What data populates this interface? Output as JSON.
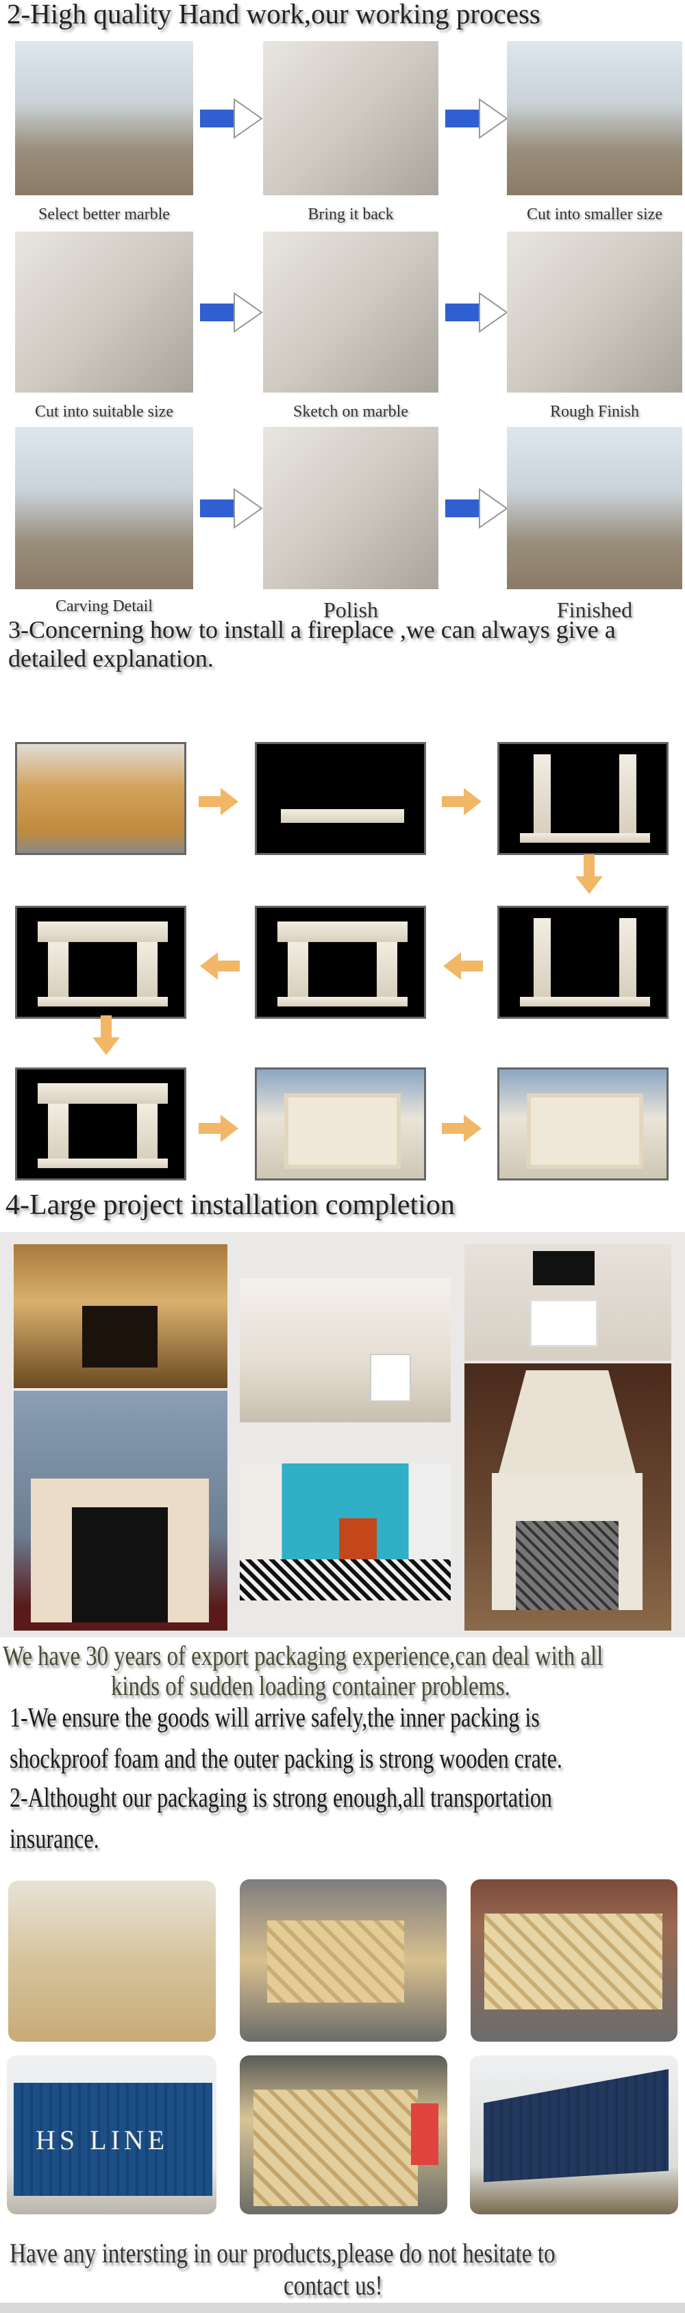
{
  "section2": {
    "title": "2-High quality  Hand work,our working process",
    "steps": [
      {
        "caption": "Select better marble"
      },
      {
        "caption": "Bring it back"
      },
      {
        "caption": "Cut into smaller size"
      },
      {
        "caption": "Cut into suitable size"
      },
      {
        "caption": "Sketch on marble"
      },
      {
        "caption": "Rough Finish"
      },
      {
        "caption": "Carving Detail"
      },
      {
        "caption": "Polish"
      },
      {
        "caption": "Finished"
      }
    ]
  },
  "section3": {
    "title_line1": "3-Concerning how to install a fireplace ,we can always give a",
    "title_line2": "detailed explanation."
  },
  "section4": {
    "title": "4-Large project installation completion"
  },
  "packaging": {
    "intro_line1": "We have 30 years of export packaging experience,can deal with all",
    "intro_line2": "kinds of sudden loading container problems.",
    "point1_line1": "1-We ensure the goods will arrive safely,the inner packing is",
    "point1_line2": "shockproof foam and the outer packing is strong wooden crate.",
    "point2_line1": "2-Althought our packaging is strong enough,all transportation",
    "point2_line2": "insurance.",
    "container_label": "HS LINE"
  },
  "closing": {
    "line1": "Have any intersting in our products,please do not hesitate to",
    "line2": "contact us!"
  },
  "colors": {
    "blue_arrow": "#2f5fd0",
    "orange_arrow": "#f2b766",
    "project_bg": "#ebe9e8",
    "container_blue": "#1c4f86"
  }
}
